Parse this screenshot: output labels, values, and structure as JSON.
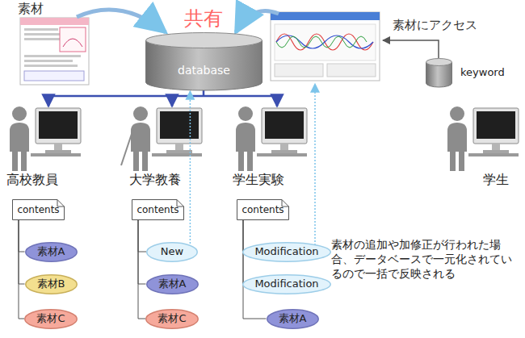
{
  "diagram": {
    "nodes": [
      {
        "text": [
          "database"
        ]
      },
      {
        "text": [
          "keyword"
        ]
      },
      {
        "text": [
          "contents"
        ]
      },
      {
        "text": [
          "素材A"
        ]
      },
      {
        "text": [
          "素材B"
        ]
      },
      {
        "text": [
          "素材C"
        ]
      },
      {
        "text": [
          "contents"
        ]
      },
      {
        "text": [
          "New"
        ]
      },
      {
        "text": [
          "素材A"
        ]
      },
      {
        "text": [
          "素材C"
        ]
      },
      {
        "text": [
          "contents"
        ]
      },
      {
        "text": [
          "Modification"
        ]
      },
      {
        "text": [
          "Modification"
        ]
      },
      {
        "text": [
          "素材A"
        ]
      }
    ],
    "edges": [
      {
        "from": 2,
        "to": 3,
        "arrow": "none"
      },
      {
        "from": 2,
        "to": 4,
        "arrow": "none"
      },
      {
        "from": 2,
        "to": 5,
        "arrow": "none"
      },
      {
        "from": 6,
        "to": 7,
        "arrow": "none"
      },
      {
        "from": 6,
        "to": 8,
        "arrow": "none"
      },
      {
        "from": 6,
        "to": 9,
        "arrow": "none"
      },
      {
        "from": 10,
        "to": 11,
        "arrow": "none"
      },
      {
        "from": 10,
        "to": 12,
        "arrow": "none"
      },
      {
        "from": 10,
        "to": 13,
        "arrow": "none"
      },
      {
        "from": 7,
        "to": 0,
        "arrow": "to"
      }
    ],
    "labels": [
      "素材",
      "共有",
      "素材にアクセス",
      "高校教員",
      "大学教養",
      "学生実験",
      "学生",
      "素材の追加や加修正が行われた場合、データベースで一元化されているので一括で反映される"
    ]
  }
}
